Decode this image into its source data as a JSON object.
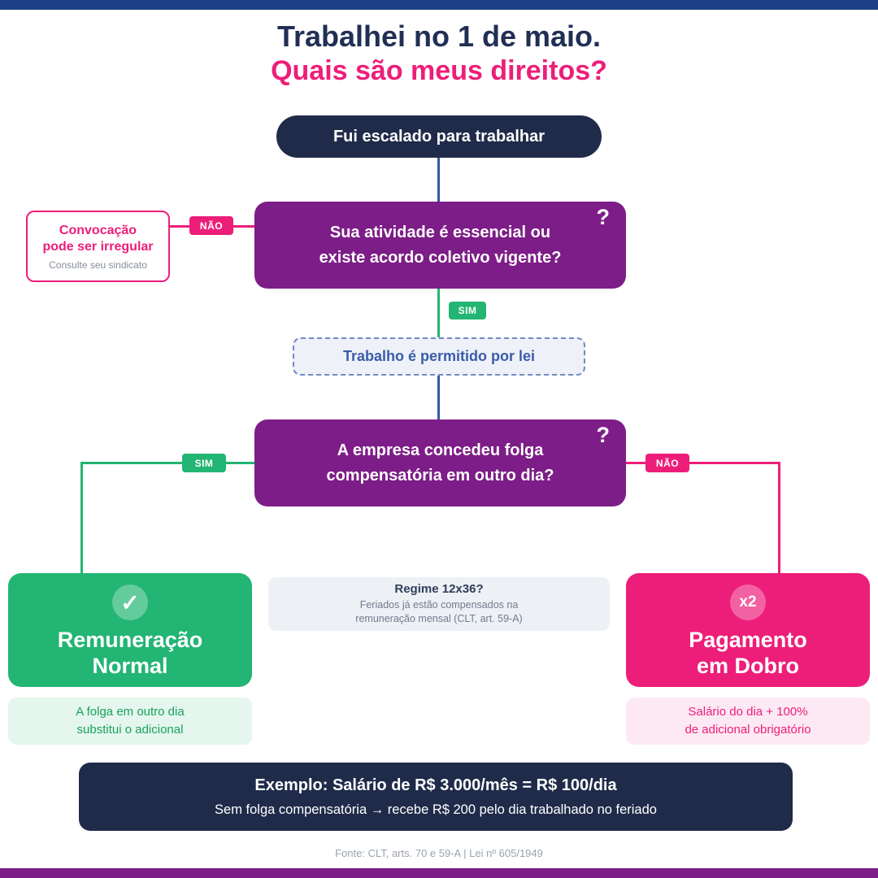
{
  "colors": {
    "top_bar_blue": "#1e3f87",
    "bottom_bar_purple": "#7d1d87",
    "navy_box": "#1f2b49",
    "purple_box": "#7d1d87",
    "pink": "#ed1e79",
    "green": "#22b573",
    "connector_blue": "#355a9e"
  },
  "header": {
    "title": "Trabalhei no 1 de maio.",
    "subtitle": "Quais são meus direitos?"
  },
  "flow": {
    "start_label": "Fui escalado para trabalhar",
    "question_mark": "?",
    "badge_yes": "SIM",
    "badge_no": "NÃO",
    "question1": "Sua atividade é essencial ou\nexiste acordo coletivo vigente?",
    "warning": {
      "title": "Convocação\npode ser irregular",
      "subtitle": "Consulte seu sindicato"
    },
    "permitted_label": "Trabalho é permitido por lei",
    "question2": "A empresa concedeu folga\ncompensatória em outro dia?",
    "result_normal": {
      "check": "✓",
      "title": "Remuneração\nNormal",
      "note": "A folga em outro dia\nsubstitui o adicional"
    },
    "regime": {
      "title": "Regime 12x36?",
      "text": "Feriados já estão compensados na\nremuneração mensal (CLT, art. 59-A)"
    },
    "result_double": {
      "badge": "x2",
      "title": "Pagamento\nem Dobro",
      "note": "Salário do dia + 100%\nde adicional obrigatório"
    },
    "example": {
      "line1": "Exemplo: Salário de R$ 3.000/mês = R$ 100/dia",
      "line2": "Sem folga compensatória → recebe R$ 200 pelo dia trabalhado no feriado"
    },
    "source": "Fonte: CLT, arts. 70 e 59-A | Lei nº 605/1949"
  }
}
